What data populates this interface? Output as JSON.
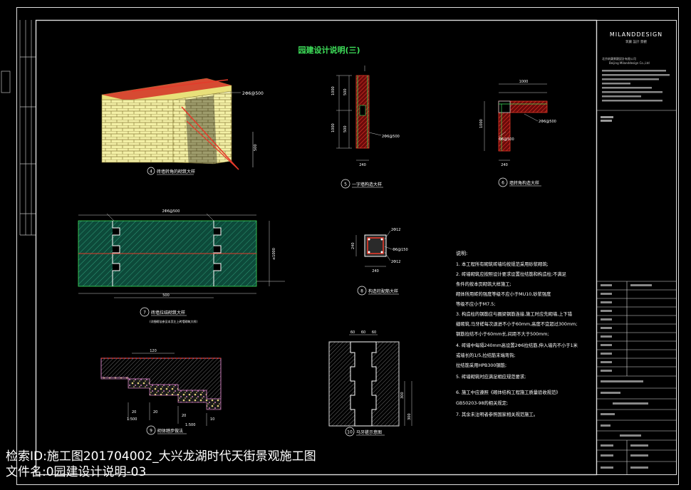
{
  "sheet_title": "园建设计说明(三)",
  "company": {
    "logo": "MILANDDESIGN",
    "subtitle": "筑蘭  設計  景觀",
    "name_cn": "北京筑蘭景觀設計有限公司",
    "name_en": "Beijing Milanddesign Co.,Ltd"
  },
  "details": {
    "d4": {
      "title": "砖墙转角的砌筑大样",
      "num": "4",
      "rebar": "2Φ6@500",
      "dim": "500"
    },
    "d5": {
      "title": "一字墙构造大样",
      "num": "5",
      "rebar": "2Φ6@500",
      "dims": [
        "1000",
        "1000",
        "500",
        "500",
        "240"
      ]
    },
    "d6": {
      "title": "墙转角构造大样",
      "num": "6",
      "rebar1": "2Φ6@500",
      "rebar2": "Φ6@500",
      "dims": [
        "1000",
        "1000",
        "240"
      ]
    },
    "d7": {
      "title": "砖墙拉结砌筑大样",
      "num": "7",
      "sub": "(详细砌法参见本页左上砖墙砌筑大样)",
      "rebar": "2Φ6@500",
      "dims": [
        "500",
        "≤1000"
      ]
    },
    "d8": {
      "title": "构造柱配筋大样",
      "num": "8",
      "rebars": [
        "2Φ12",
        "Φ6@150",
        "2Φ12"
      ],
      "dims": [
        "240",
        "240"
      ]
    },
    "d9": {
      "title": "砌体踏步做法",
      "num": "9",
      "dims": [
        "120",
        "20",
        "20",
        "20",
        "10",
        "1:500",
        "1:500"
      ]
    },
    "d10": {
      "title": "马牙槎示意图",
      "num": "10",
      "dims": [
        "60",
        "60",
        "60",
        "300",
        "300"
      ]
    }
  },
  "notes": {
    "heading": "说明:",
    "lines": [
      "1. 本工程所有砌筑砖墙均按规范采用砂浆砌筑;",
      "2. 砖墙砌筑应按照设计要求设置拉结筋和构造柱;不满足",
      "   条件的按本页砌筑大样施工;",
      "砌体所用砖的强度等级不应小于MU10,砂浆强度",
      "等级不应小于M7.5;",
      "3. 构造柱的钢筋应与圈梁钢筋连接,施工时应先砌墙,上下错",
      "缝砌筑,马牙槎每次退进不小于60mm,高度不宜超过300mm;",
      "钢筋拉结不小于60mm长,间距不大于500mm;",
      "4. 砖墙中每隔240mm高设置2Φ6拉结筋,伸入墙内不小于1米",
      "或墙长的1/5,拉结筋末端弯钩;",
      "   拉结筋采用HPB300钢筋;",
      "5. 砖墙砌筑时应满足相应规范要求;",
      "6. 施工中应遵照《砌体结构工程施工质量验收规范》",
      "GB50203-98的相关规定;",
      "7. 其余未注明者参照国家相关规范施工。"
    ]
  },
  "overlay": {
    "line1": "检索ID:施工图201704002_大兴龙湖时代天街景观施工图",
    "line2": "文件名:0园建设计说明-03"
  }
}
